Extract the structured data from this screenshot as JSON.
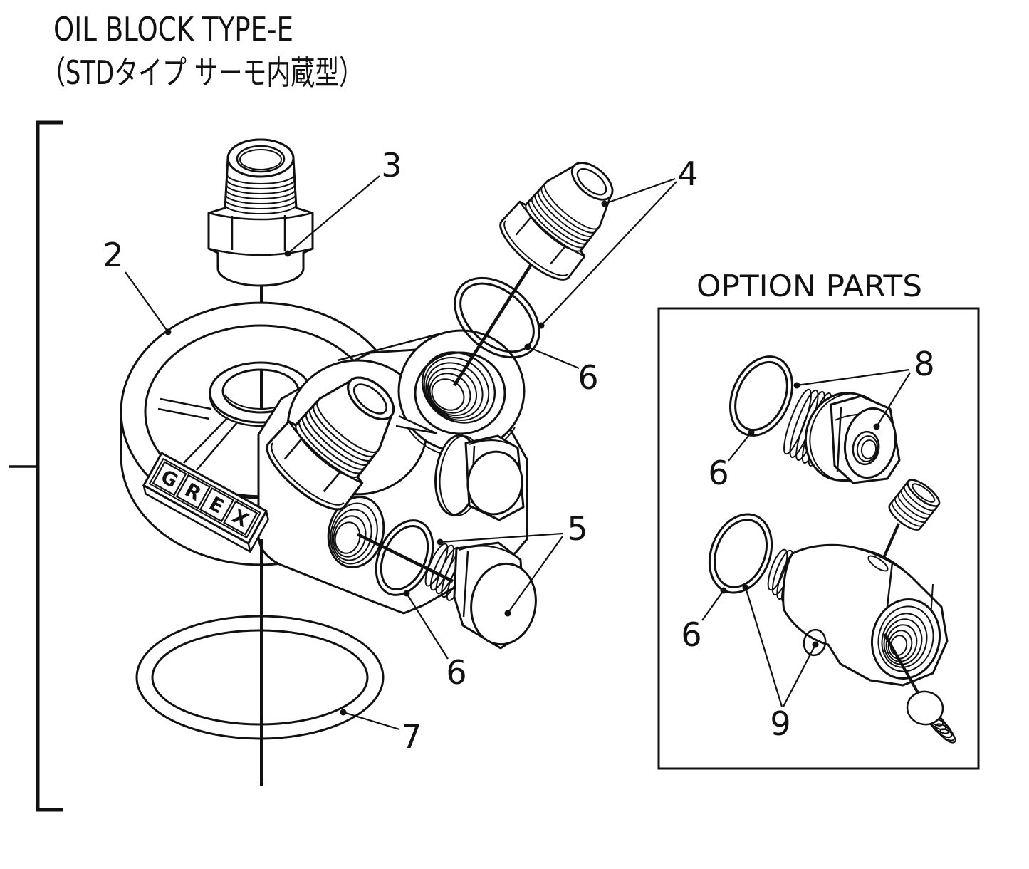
{
  "title": {
    "line1": "OIL BLOCK TYPE-E",
    "line2": "（STDタイプ サーモ内蔵型）"
  },
  "option": {
    "title": "OPTION PARTS"
  },
  "logo": {
    "l0": "G",
    "l1": "R",
    "l2": "E",
    "l3": "X"
  },
  "labels": {
    "sandwich_plate": "2",
    "center_union": "3",
    "an_fitting": "4",
    "oring_top": "6",
    "drain_plug": "5",
    "oring_mid": "6",
    "oring_large": "7",
    "opt_fitting": "8",
    "opt_oring_top": "6",
    "opt_oring_bottom": "6",
    "opt_adapter": "9"
  },
  "colors": {
    "line": "#111111",
    "background": "#ffffff"
  }
}
